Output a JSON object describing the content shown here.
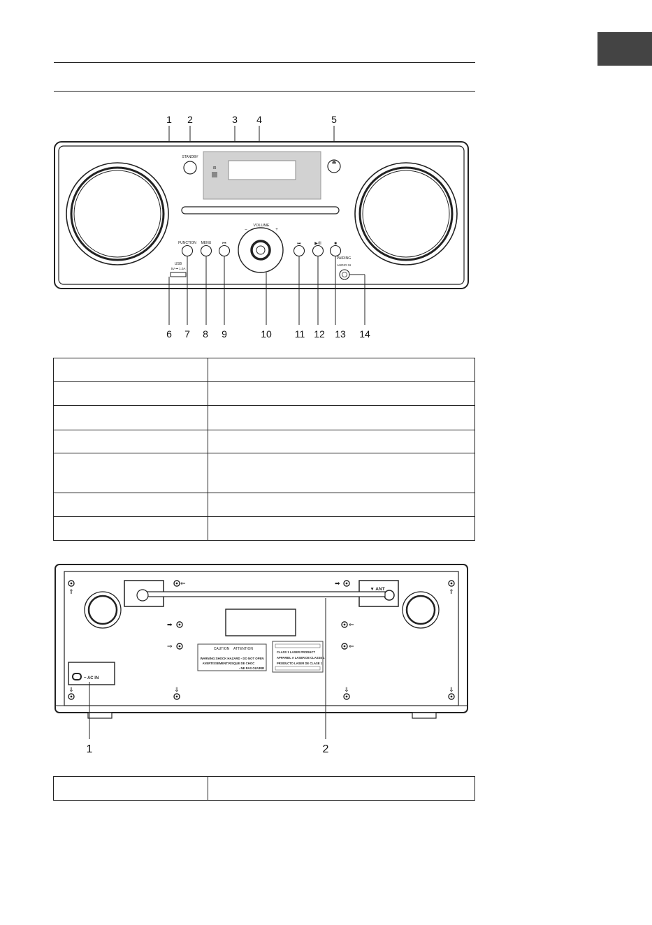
{
  "front_panel": {
    "callouts_top": [
      "1",
      "2",
      "3",
      "4",
      "5"
    ],
    "callouts_bottom": [
      "6",
      "7",
      "8",
      "9",
      "10",
      "11",
      "12",
      "13",
      "14"
    ],
    "labels": {
      "standby": "STANDBY",
      "volume": "VOLUME",
      "vol_minus": "–",
      "vol_plus": "+",
      "function": "FUNCTION",
      "menu": "MENU",
      "usb": "USB",
      "usb_spec": "5V ⎓ 1.0A",
      "pairing": "PAIRING",
      "audio_in": "AUDIO IN"
    },
    "icons": {
      "prev": "⏮",
      "next": "⏭",
      "play_pause": "▶/II",
      "stop": "■",
      "eject": "⏏"
    }
  },
  "front_table": {
    "rows": [
      [
        "",
        ""
      ],
      [
        "",
        ""
      ],
      [
        "",
        ""
      ],
      [
        "",
        ""
      ],
      [
        "",
        ""
      ],
      [
        "",
        ""
      ],
      [
        "",
        ""
      ]
    ]
  },
  "back_panel": {
    "callouts": [
      "1",
      "2"
    ],
    "labels": {
      "ant": "▼ ANT",
      "ac_in": "~ AC IN",
      "caution": "CAUTION",
      "attention": "ATTENTION",
      "warning_1": "WARNING:SHOCK HAZARD - DO NOT OPEN",
      "warning_2": "AVERTISSEMENT:RISQUE DE CHOC",
      "warning_3": "- NE PAS OUVRIR",
      "laser_1": "CLASS 1 LASER PRODUCT",
      "laser_2": "APPAREIL A LASER DE CLASSE 1",
      "laser_3": "PRODUCTO LASER DE CLASE 1"
    }
  },
  "back_table": {
    "rows": [
      [
        "",
        ""
      ]
    ]
  }
}
